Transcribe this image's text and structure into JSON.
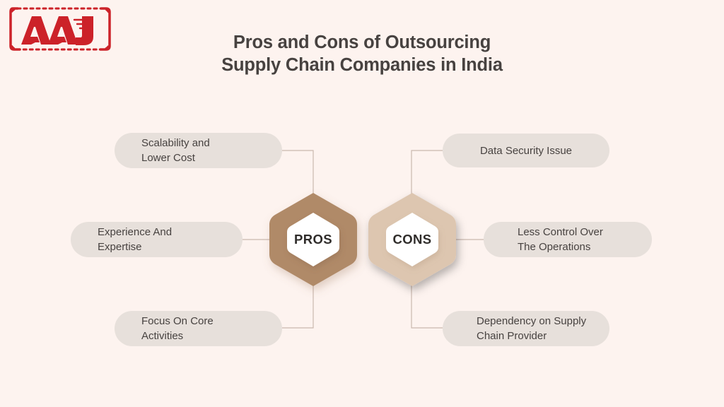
{
  "brand": {
    "logo_text": "AAJ",
    "logo_icon": "aaj-logo-icon",
    "logo_color": "#cc2229"
  },
  "header": {
    "title_line1": "Pros and Cons of Outsourcing",
    "title_line2": "Supply Chain Companies in India"
  },
  "diagram": {
    "background_color": "#fdf3ef",
    "pill_color": "#e7e0db",
    "connector_color": "#c9b6ab",
    "nodes": {
      "pros": {
        "label": "PROS",
        "color": "#b08a68",
        "inner_color": "#ffffff"
      },
      "cons": {
        "label": "CONS",
        "color": "#ddc6b0",
        "inner_color": "#ffffff"
      }
    },
    "pros_items": [
      {
        "line1": "Scalability and",
        "line2": "Lower Cost"
      },
      {
        "line1": "Experience And",
        "line2": "Expertise"
      },
      {
        "line1": "Focus On Core",
        "line2": "Activities"
      }
    ],
    "cons_items": [
      {
        "line1": "Data Security Issue",
        "line2": ""
      },
      {
        "line1": "Less Control Over",
        "line2": "The Operations"
      },
      {
        "line1": "Dependency on Supply",
        "line2": "Chain Provider"
      }
    ]
  }
}
